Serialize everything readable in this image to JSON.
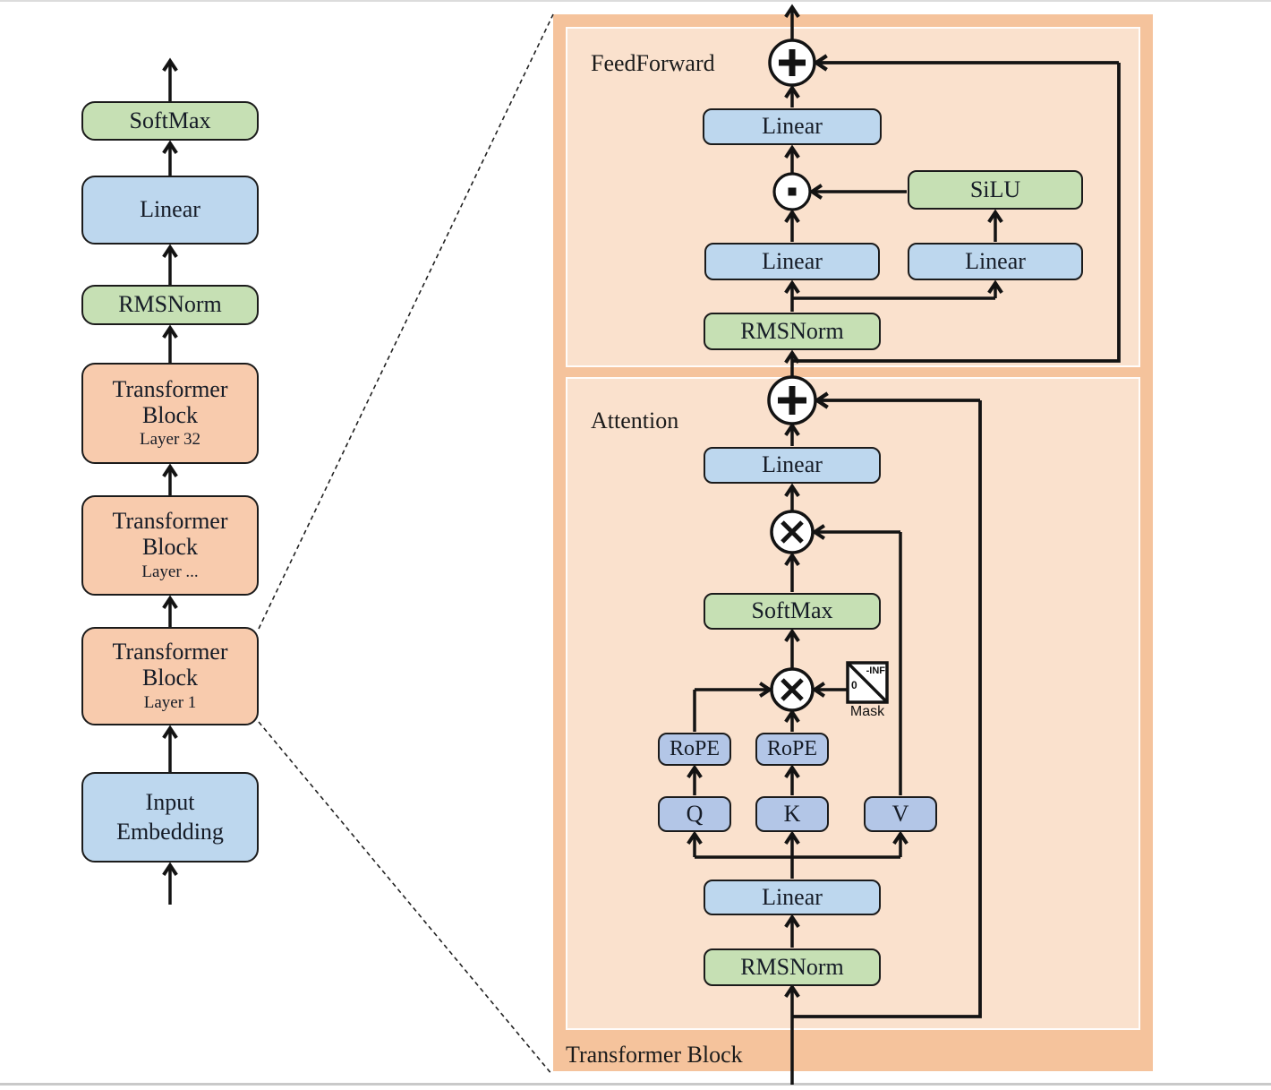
{
  "colors": {
    "outer_panel_orange": "#f5c39c",
    "inner_panel_orange": "#fae1cd",
    "block_orange": "#f8cbad",
    "block_green": "#c6e0b4",
    "block_blue": "#bdd7ee",
    "block_blue_lavender": "#b3c6e7",
    "line_black": "#131313"
  },
  "left_column": {
    "softmax": "SoftMax",
    "linear": "Linear",
    "rmsnorm": "RMSNorm",
    "tb_top": {
      "line1": "Transformer",
      "line2": "Block",
      "layer": "Layer 32"
    },
    "tb_mid": {
      "line1": "Transformer",
      "line2": "Block",
      "layer": "Layer ..."
    },
    "tb_bottom": {
      "line1": "Transformer",
      "line2": "Block",
      "layer": "Layer 1"
    },
    "input_embedding": {
      "line1": "Input",
      "line2": "Embedding"
    }
  },
  "block_panel": {
    "title": "Transformer Block",
    "feedforward": {
      "title": "FeedForward",
      "linear_out": "Linear",
      "silu": "SiLU",
      "linear_left": "Linear",
      "linear_right": "Linear",
      "rmsnorm": "RMSNorm"
    },
    "attention": {
      "title": "Attention",
      "linear_out": "Linear",
      "softmax": "SoftMax",
      "rope_q": "RoPE",
      "rope_k": "RoPE",
      "q": "Q",
      "k": "K",
      "v": "V",
      "linear_in": "Linear",
      "rmsnorm": "RMSNorm",
      "mask": {
        "label": "Mask",
        "top_value": "-INF",
        "bottom_value": "0"
      }
    }
  }
}
